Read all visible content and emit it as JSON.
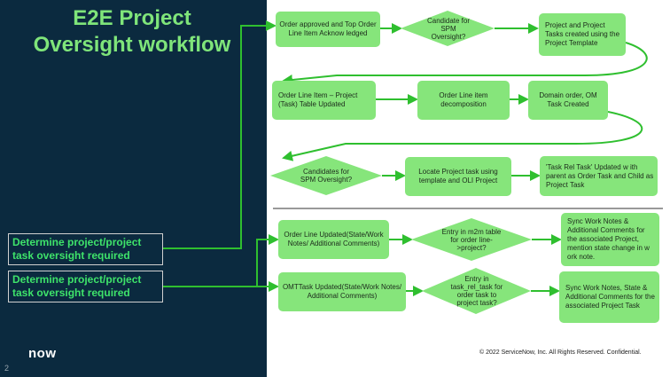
{
  "title": [
    "E2E Project",
    "Oversight workflow"
  ],
  "side_boxes": [
    "Determine project/project task oversight required",
    "Determine project/project task oversight required"
  ],
  "nodes": {
    "order_approved": "Order approved and Top Order Line Item Acknow ledged",
    "candidate_spm_1": "Candidate for SPM Oversight?",
    "project_tasks_created": "Project and Project Tasks created using the Project Template",
    "oli_project_table": "Order Line Item – Project (Task) Table Updated",
    "oli_decomposition": "Order Line item decomposition",
    "domain_order": "Domain order, OM Task Created",
    "candidates_spm_2": "Candidates for SPM Oversight?",
    "locate_project_task": "Locate Project task using template and OLI Project",
    "task_rel_task": "'Task Rel Task' Updated w ith parent as Order Task and Child as Project Task",
    "order_line_updated": "Order Line Updated(State/Work Notes/ Additional Comments)",
    "entry_m2m": "Entry in m2m table for order line->project?",
    "sync_work_notes_project": "Sync Work Notes & Additional Comments for the associated Project, mention state change in w ork note.",
    "omt_task_updated": "OMTTask Updated(State/Work Notes/ Additional Comments)",
    "entry_task_rel_task": "Entry in task_rel_task for order task to project task?",
    "sync_work_notes_task": "Sync Work Notes, State & Additional Comments for the associated Project Task"
  },
  "logo": "now",
  "page_number": "2",
  "footer": "© 2022 ServiceNow, Inc. All Rights Reserved. Confidential.",
  "colors": {
    "panel": "#0b2a3f",
    "node_fill": "#86e57b",
    "connector": "#2fbf2f",
    "title": "#7fe57a",
    "side_text": "#3ee36a"
  }
}
